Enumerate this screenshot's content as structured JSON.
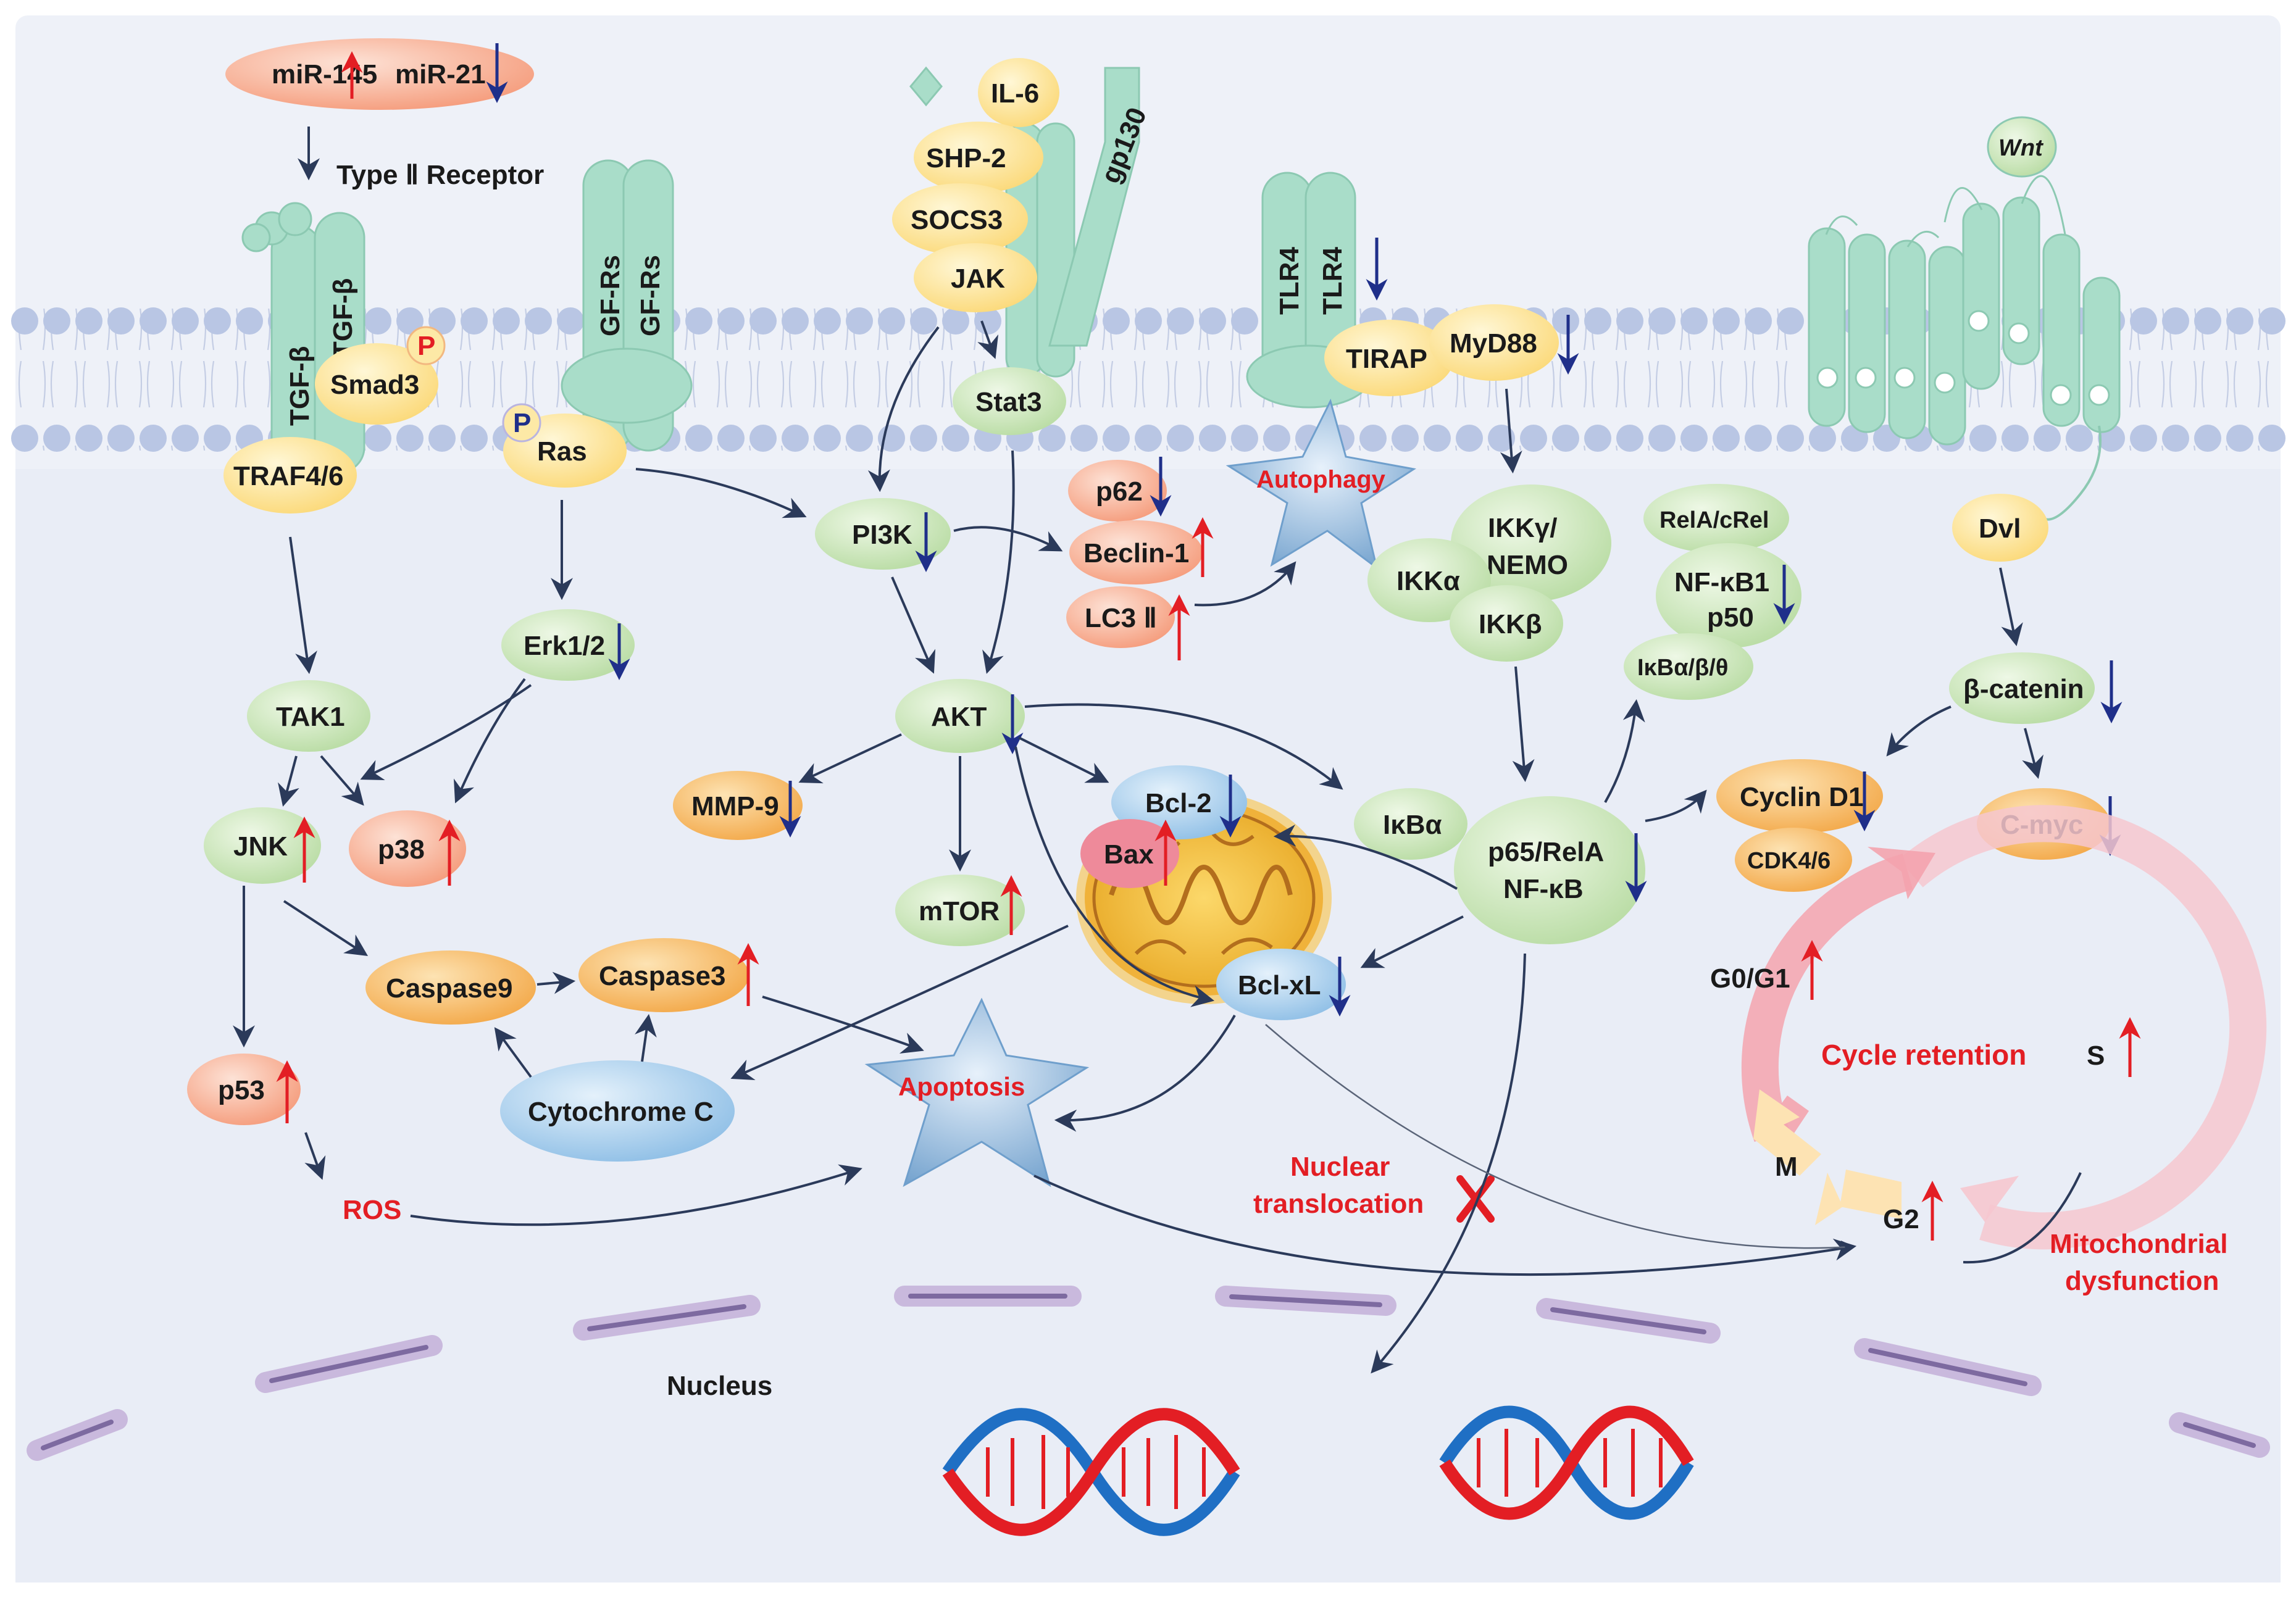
{
  "colors": {
    "background": "#eef1f8",
    "membrane_head": "#b9c6e4",
    "receptor": "#a9ddc9",
    "green_node": "#cfe8bf",
    "yellow_node": "#fde9a6",
    "orange_node": "#f7c06a",
    "salmon_node": "#f9b9a2",
    "blue_node": "#b6d6f0",
    "red_label": "#e31e24",
    "up_arrow": "#e31e24",
    "down_arrow": "#1f2f8a"
  },
  "labels": {
    "mir145": "miR-145",
    "mir21": "miR-21",
    "type2_receptor": "Type Ⅱ Receptor",
    "tgfb_1": "TGF-β",
    "tgfb_2": "TGF-β",
    "smad3": "Smad3",
    "p_badge": "P",
    "traf": "TRAF4/6",
    "gfrs_1": "GF-Rs",
    "gfrs_2": "GF-Rs",
    "ras": "Ras",
    "il6": "IL-6",
    "shp2": "SHP-2",
    "socs3": "SOCS3",
    "jak": "JAK",
    "gp130": "gp130",
    "stat3": "Stat3",
    "tlr4_1": "TLR4",
    "tlr4_2": "TLR4",
    "tirap": "TIRAP",
    "myd88": "MyD88",
    "wnt": "Wnt",
    "dvl": "Dvl",
    "pi3k": "PI3K",
    "p62": "p62",
    "beclin1": "Beclin-1",
    "lc3": "LC3 Ⅱ",
    "autophagy": "Autophagy",
    "ikkg": "IKKγ/",
    "nemo": "NEMO",
    "ikka": "IKKα",
    "ikkb": "IKKβ",
    "relacrel": "RelA/cRel",
    "nfkb1": "NF-κB1",
    "p50": "p50",
    "ikbabt": "IκBα/β/θ",
    "erk": "Erk1/2",
    "tak1": "TAK1",
    "jnk": "JNK",
    "p38": "p38",
    "akt": "AKT",
    "mmp9": "MMP-9",
    "mtor": "mTOR",
    "bcl2": "Bcl-2",
    "bax": "Bax",
    "bclxl": "Bcl-xL",
    "ikba": "IκBα",
    "p65": "p65/RelA",
    "nfkb": "NF-κB",
    "bcatenin": "β-catenin",
    "cyclind1": "Cyclin D1",
    "cdk46": "CDK4/6",
    "cmyc": "C-myc",
    "caspase9": "Caspase9",
    "caspase3": "Caspase3",
    "cytochrome": "Cytochrome C",
    "apoptosis": "Apoptosis",
    "p53": "p53",
    "ros": "ROS",
    "nuclear_1": "Nuclear",
    "nuclear_2": "translocation",
    "g0g1": "G0/G1",
    "cycle_retention": "Cycle retention",
    "s_phase": "S",
    "m_phase": "M",
    "g2_phase": "G2",
    "mito_1": "Mitochondrial",
    "mito_2": "dysfunction",
    "nucleus": "Nucleus"
  }
}
